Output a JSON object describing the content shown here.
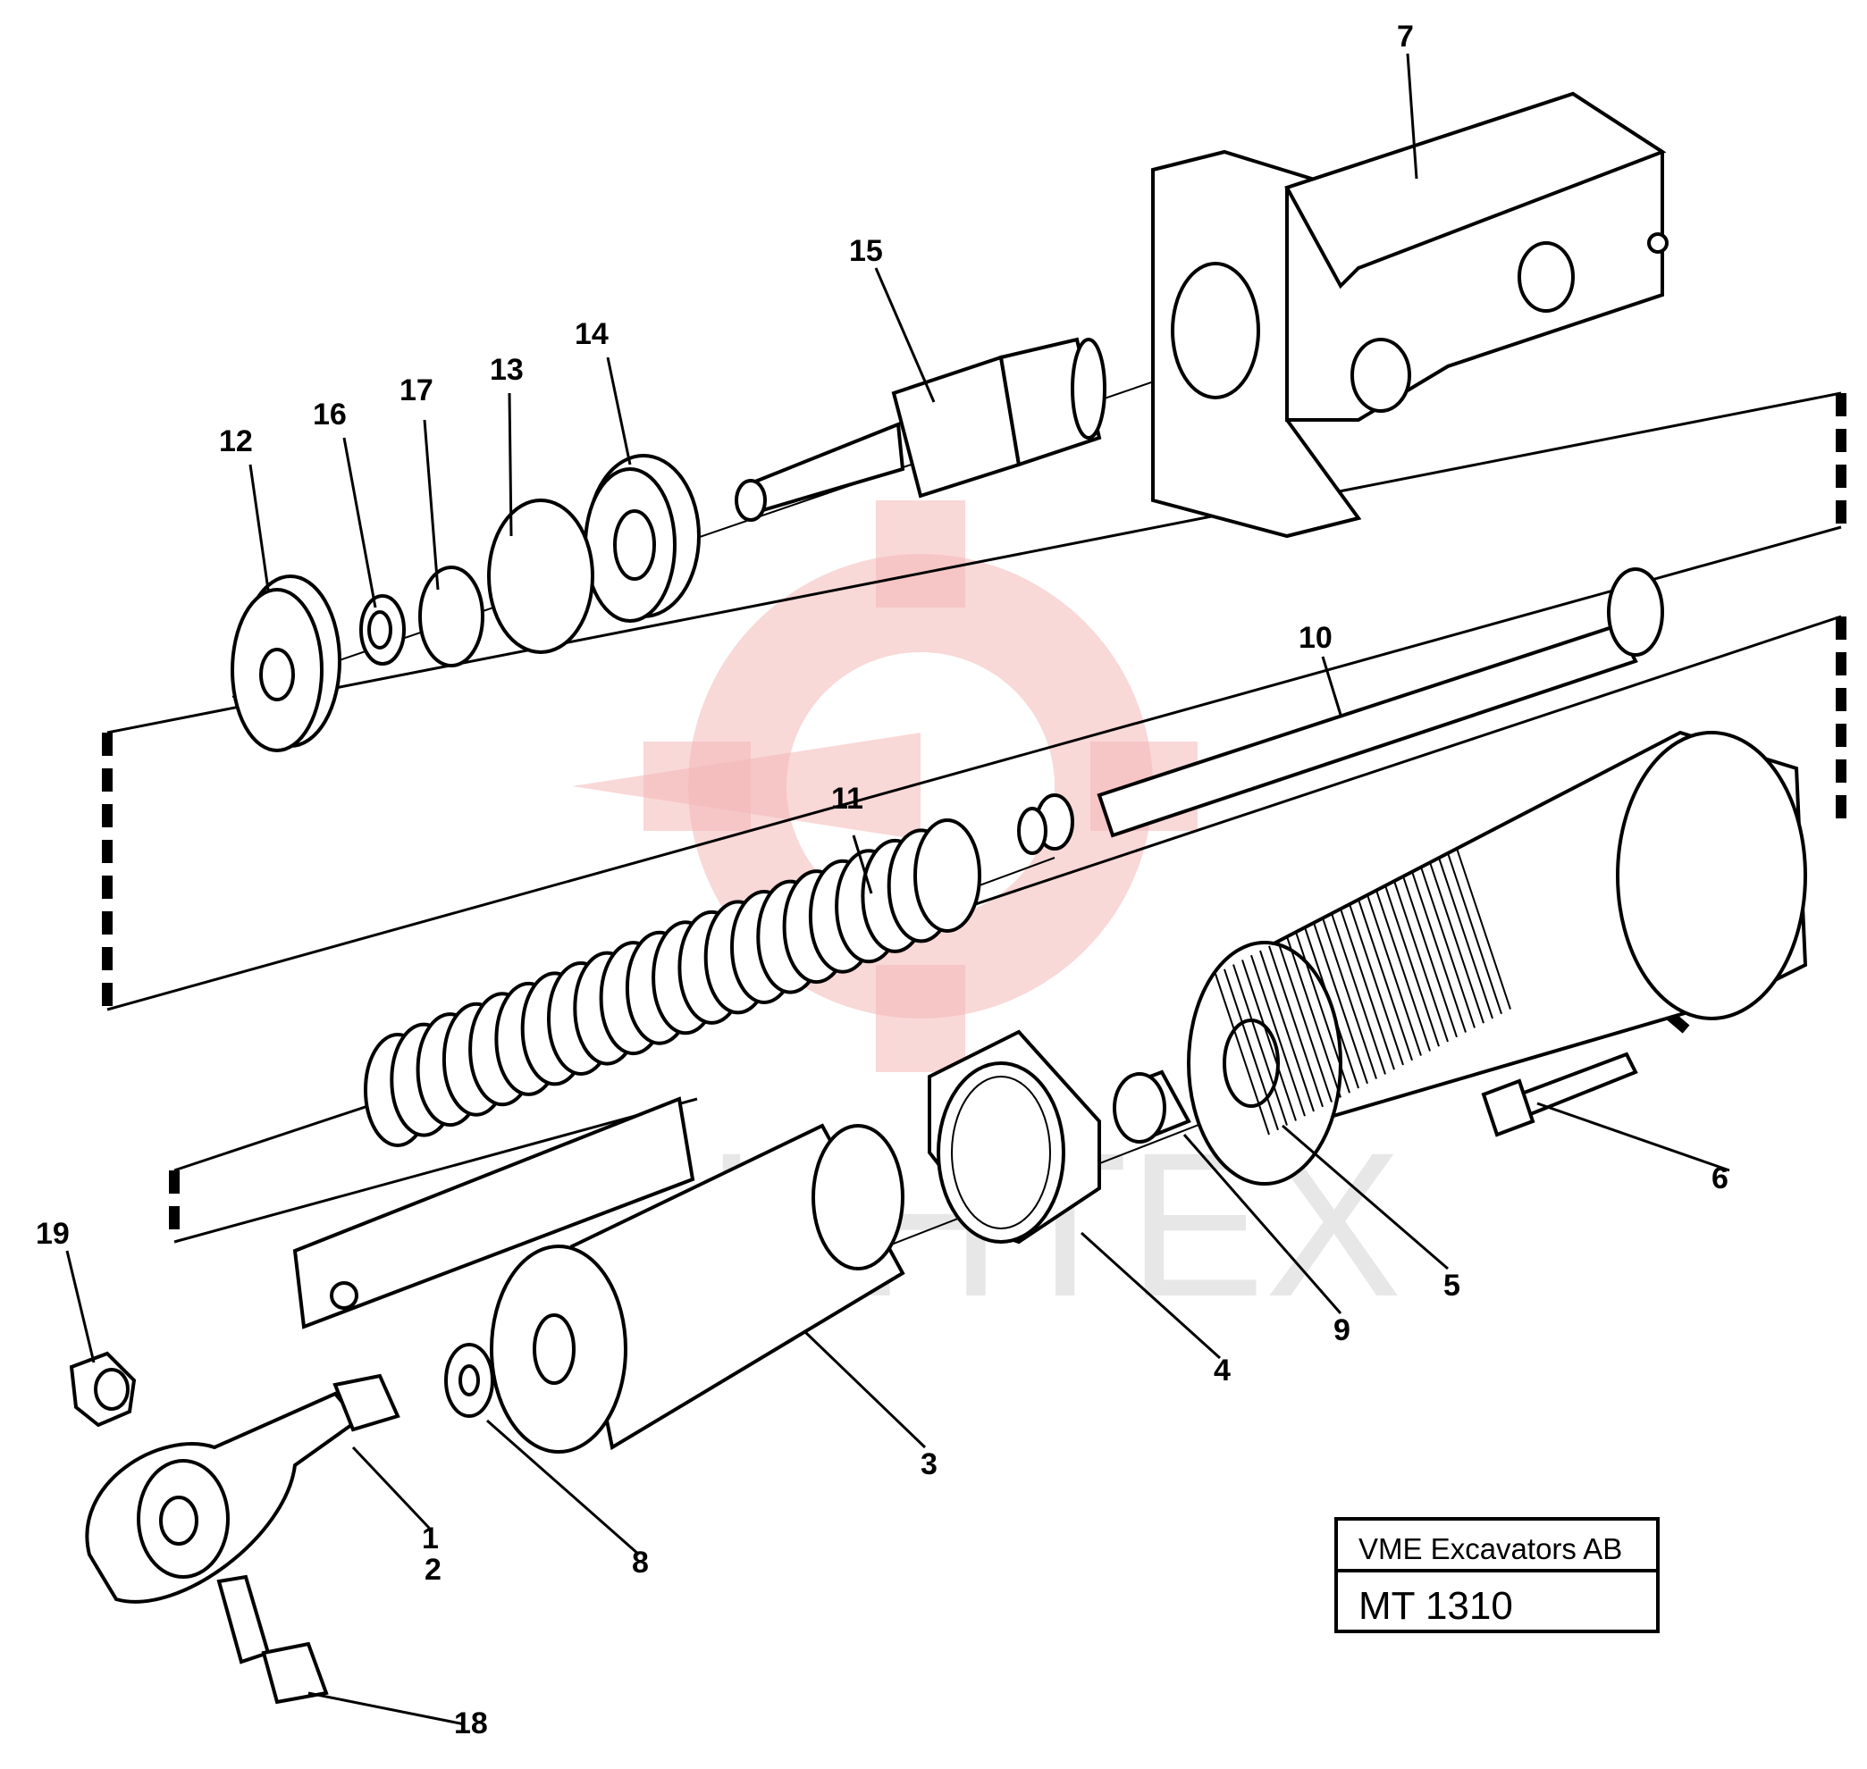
{
  "title_block": {
    "company": "VME Excavators AB",
    "drawing_number": "MT 1310"
  },
  "watermark_text": "ИНТЕХ",
  "callouts": [
    "1",
    "2",
    "3",
    "4",
    "5",
    "6",
    "7",
    "8",
    "9",
    "10",
    "11",
    "12",
    "13",
    "14",
    "15",
    "16",
    "17",
    "18",
    "19"
  ]
}
